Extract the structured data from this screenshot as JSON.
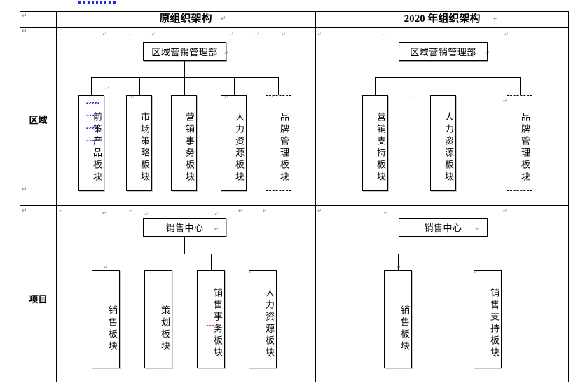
{
  "document": {
    "comment_mark": "blue-dotted-revision-mark"
  },
  "table": {
    "header": {
      "corner_label": "",
      "columns": [
        {
          "label": "原组织架构",
          "pilcrow": "↵"
        },
        {
          "label": "2020 年组织架构",
          "pilcrow": "↵"
        }
      ]
    },
    "row_labels": [
      {
        "label": "区域",
        "pilcrow": "↵"
      },
      {
        "label": "项目",
        "pilcrow": "↵"
      }
    ]
  },
  "charts": {
    "region_old": {
      "root": "区域营销管理部",
      "leaves": [
        {
          "text": "前策产品板块",
          "dashed": false,
          "spellcheck": "blue"
        },
        {
          "text": "市场策略板块",
          "dashed": false,
          "spellcheck": "none"
        },
        {
          "text": "营销事务板块",
          "dashed": false,
          "spellcheck": "none"
        },
        {
          "text": "人力资源板块",
          "dashed": false,
          "spellcheck": "none"
        },
        {
          "text": "品牌管理板块",
          "dashed": true,
          "spellcheck": "none"
        }
      ]
    },
    "region_2020": {
      "root": "区域营销管理部",
      "leaves": [
        {
          "text": "营销支持板块",
          "dashed": false,
          "spellcheck": "none"
        },
        {
          "text": "人力资源板块",
          "dashed": false,
          "spellcheck": "none"
        },
        {
          "text": "品牌管理板块",
          "dashed": true,
          "spellcheck": "none"
        }
      ]
    },
    "project_old": {
      "root": "销售中心",
      "leaves": [
        {
          "text": "销售板块",
          "dashed": false,
          "spellcheck": "none"
        },
        {
          "text": "策划板块",
          "dashed": false,
          "spellcheck": "none"
        },
        {
          "text": "销售事务板块",
          "dashed": false,
          "spellcheck": "red"
        },
        {
          "text": "人力资源板块",
          "dashed": false,
          "spellcheck": "none"
        }
      ]
    },
    "project_2020": {
      "root": "销售中心",
      "leaves": [
        {
          "text": "销售板块",
          "dashed": false,
          "spellcheck": "none"
        },
        {
          "text": "销售支持板块",
          "dashed": false,
          "spellcheck": "none"
        }
      ]
    }
  },
  "marks": {
    "pilcrow": "↵"
  },
  "colors": {
    "border": "#000000",
    "spellcheck_blue": "#2727e8",
    "spellcheck_red": "#e12020",
    "pilcrow_gray": "#7f7f7f"
  }
}
